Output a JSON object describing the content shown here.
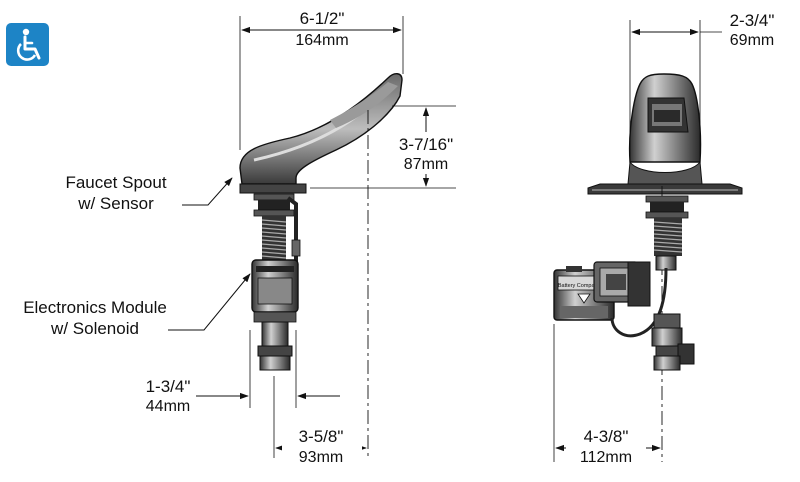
{
  "accessibility_icon": "wheelchair-accessible-icon",
  "accent_color": "#1d84c6",
  "dimensions": {
    "spout_length": {
      "imperial": "6-1/2\"",
      "metric": "164mm"
    },
    "spout_height": {
      "imperial": "3-7/16\"",
      "metric": "87mm"
    },
    "spout_width": {
      "imperial": "2-3/4\"",
      "metric": "69mm"
    },
    "shank_width": {
      "imperial": "1-3/4\"",
      "metric": "44mm"
    },
    "spout_reach": {
      "imperial": "3-5/8\"",
      "metric": "93mm"
    },
    "module_depth": {
      "imperial": "4-3/8\"",
      "metric": "112mm"
    }
  },
  "callouts": {
    "spout": {
      "line1": "Faucet Spout",
      "line2": "w/ Sensor"
    },
    "module": {
      "line1": "Electronics Module",
      "line2": "w/ Solenoid"
    }
  },
  "module_label": {
    "line1": "Battery Compartment"
  }
}
